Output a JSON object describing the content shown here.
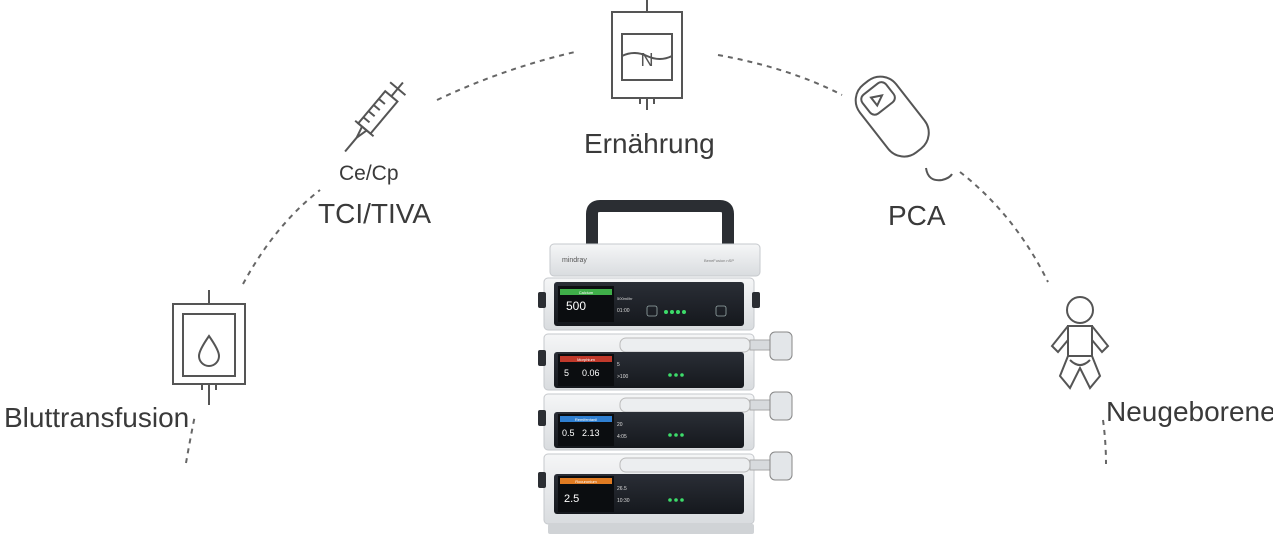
{
  "applications": {
    "blood": {
      "label": "Bluttransfusion"
    },
    "tci": {
      "sublabel": "Ce/Cp",
      "label": "TCI/TIVA"
    },
    "nutrition": {
      "label": "Ernährung",
      "bag_letter": "N"
    },
    "pca": {
      "label": "PCA"
    },
    "neonatal": {
      "label": "Neugeborene"
    }
  },
  "device": {
    "brand": "mindray",
    "model": "BeneFusion nSP",
    "pump1": {
      "drug": "Calcium",
      "rate": "500",
      "value2": "500ml/hr",
      "time": "01:00"
    },
    "pump2": {
      "drug": "Morphium",
      "rate": "5",
      "dose": "0.06",
      "value2": "5",
      "time": ">100"
    },
    "pump3": {
      "drug": "Remifentanil",
      "rate": "0.5",
      "dose": "2.13",
      "value2": "20",
      "time": "4:05"
    },
    "pump4": {
      "drug": "Rocuronium",
      "rate": "2.5",
      "value2": "26.5",
      "time": "10:30"
    }
  },
  "colors": {
    "line": "#555555",
    "text": "#3a3a3a",
    "green": "#3fae49",
    "red": "#c0392b",
    "blue": "#2f7fd1",
    "orange": "#e07b22",
    "led": "#3ddc6a"
  }
}
